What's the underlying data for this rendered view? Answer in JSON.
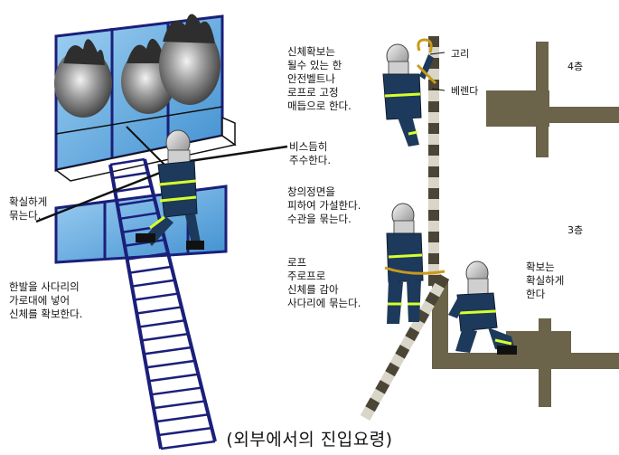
{
  "caption": "(외부에서의 진입요령)",
  "left_labels": {
    "tie_firmly": "확실하게\n묶는다.",
    "foot_rung": "한발을 사다리의\n가로대에 넣어\n신체를 확보한다.",
    "diagonal": "비스듬히\n주수한다."
  },
  "right_labels": {
    "secure_body": "신체확보는\n될수 있는 한\n안전벨트나\n로프로 고정\n매듭으로 한다.",
    "hook": "고리",
    "veranda": "베렌다",
    "floor4": "4층",
    "floor3": "3층",
    "window_front": "창의정면을\n피하여 가설한다.\n수관을 묶는다.",
    "rope_wrap": "로프\n주로프로\n신체를 감아\n사다리에 묶는다.",
    "secure_firmly": "확보는\n확실하게\n한다"
  }
}
